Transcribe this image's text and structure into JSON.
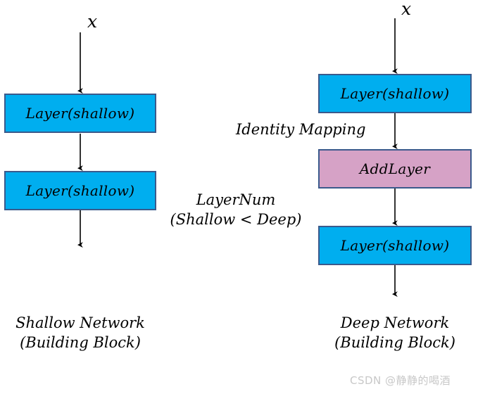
{
  "diagram": {
    "title_hidden": "",
    "colors": {
      "layer_fill": "#00aeef",
      "add_layer_fill": "#d6a2c6",
      "node_border": "#3b5a8c",
      "arrow": "#000000",
      "watermark": "#c8c8c8"
    },
    "left_column": {
      "input_label": "x",
      "nodes": [
        {
          "label": "Layer(shallow)",
          "type": "layer"
        },
        {
          "label": "Layer(shallow)",
          "type": "layer"
        }
      ],
      "caption_line1": "Shallow Network",
      "caption_line2": "(Building Block)"
    },
    "right_column": {
      "input_label": "x",
      "nodes": [
        {
          "label": "Layer(shallow)",
          "type": "layer"
        },
        {
          "label": "AddLayer",
          "type": "add"
        },
        {
          "label": "Layer(shallow)",
          "type": "layer"
        }
      ],
      "caption_line1": "Deep Network",
      "caption_line2": "(Building Block)"
    },
    "annotations": {
      "identity_mapping": "Identity Mapping",
      "layer_num_line1": "LayerNum",
      "layer_num_line2": "(Shallow < Deep)"
    },
    "watermark": "CSDN @静静的喝酒"
  }
}
